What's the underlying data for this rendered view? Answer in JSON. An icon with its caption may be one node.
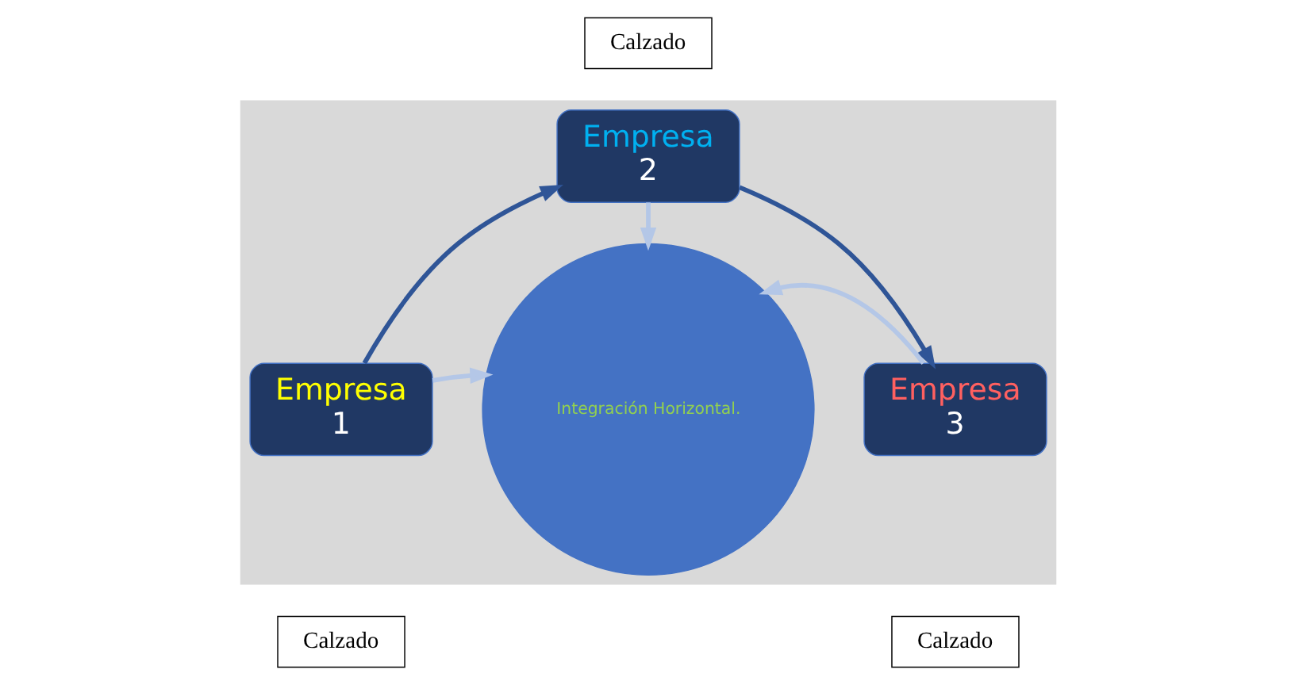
{
  "diagram": {
    "nodes": [
      {
        "text": [
          "Calzado"
        ]
      },
      {
        "text": [],
        "shape": "box"
      },
      {
        "text": [
          "Empresa",
          "2"
        ],
        "in": 1
      },
      {
        "text": [
          "Empresa",
          "1"
        ],
        "in": 1
      },
      {
        "text": [
          "Empresa",
          "3"
        ],
        "in": 1
      },
      {
        "text": [
          "Integración Horizontal."
        ],
        "in": 1
      },
      {
        "text": [
          "Calzado"
        ]
      },
      {
        "text": [
          "Calzado"
        ]
      }
    ],
    "edges": [
      {
        "from": 3,
        "to": 2,
        "arrow": "to",
        "color": "#2f5597"
      },
      {
        "from": 2,
        "to": 4,
        "arrow": "to",
        "color": "#2f5597"
      },
      {
        "from": 3,
        "to": 5,
        "arrow": "to"
      },
      {
        "from": 2,
        "to": 5,
        "arrow": "to"
      },
      {
        "from": 4,
        "to": 5,
        "arrow": "to"
      }
    ]
  }
}
